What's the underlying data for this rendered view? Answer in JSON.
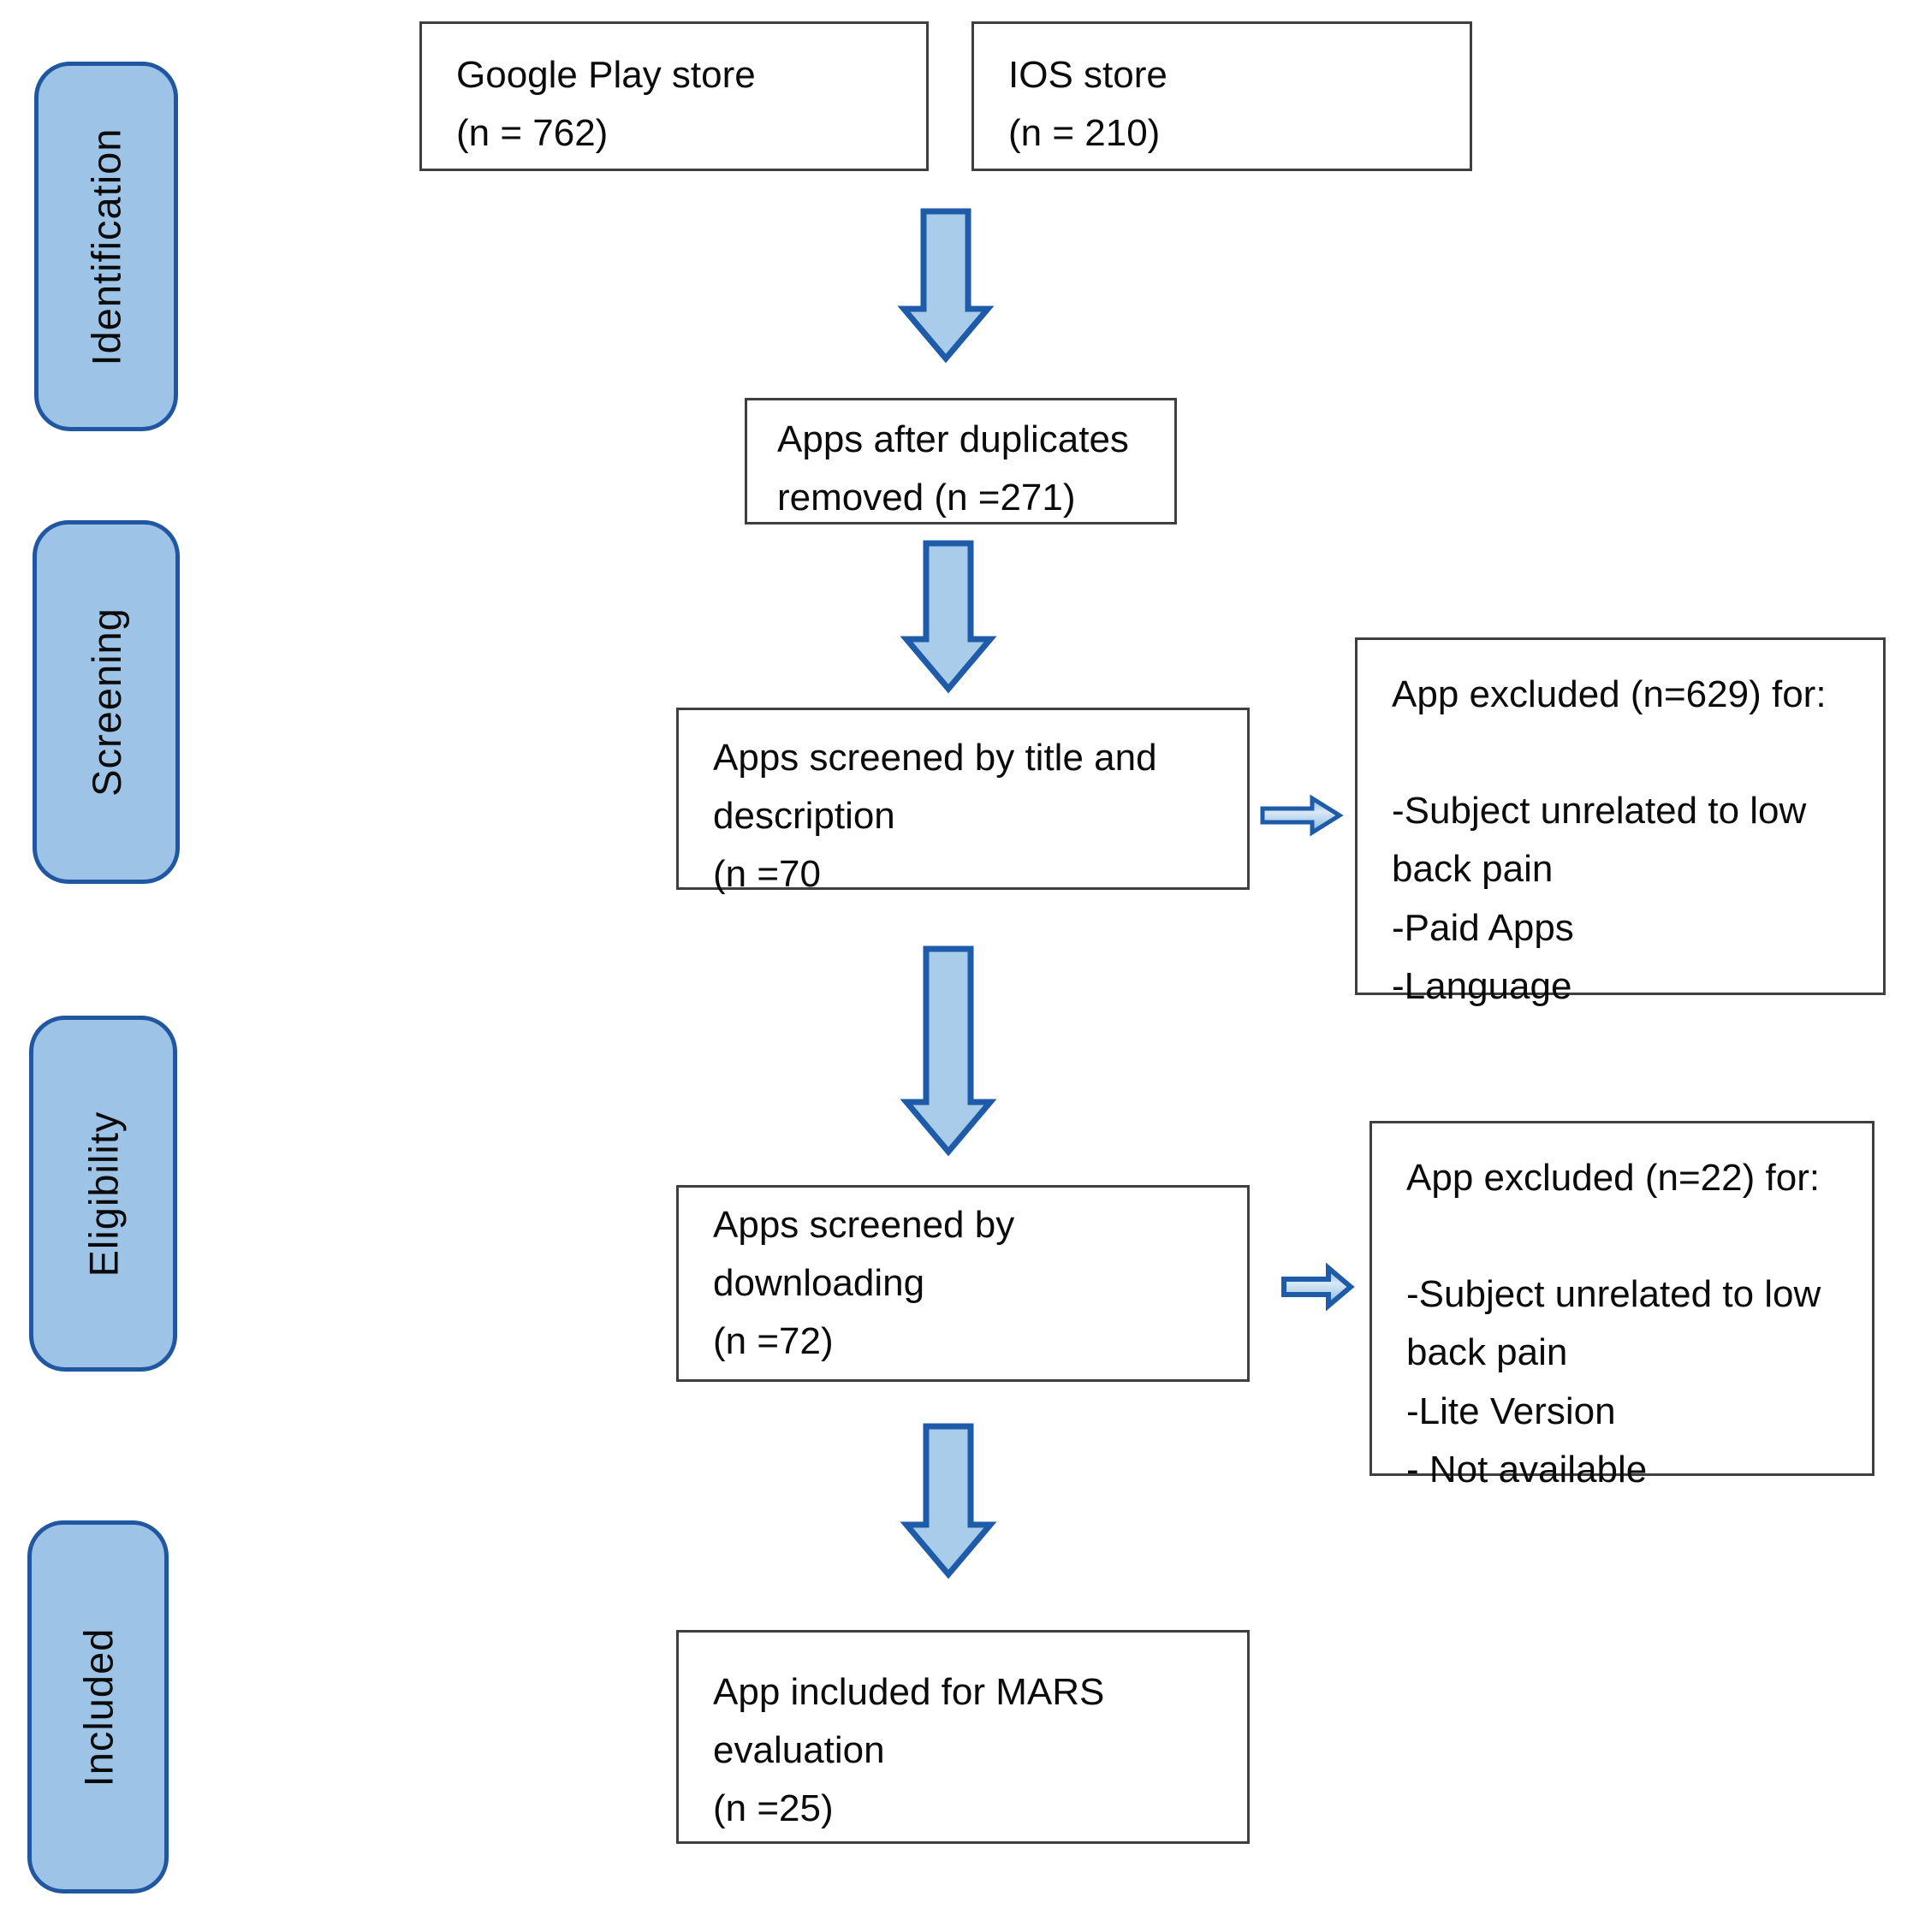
{
  "title": "App selection flow diagram",
  "colors": {
    "sidebar_fill": "#9DC3E6",
    "sidebar_border": "#2057A0",
    "arrow_fill": "#A9CCEA",
    "arrow_border": "#1E5BA9",
    "box_border": "#3F3F3F"
  },
  "sidebar": {
    "stages": [
      {
        "label": "Identification"
      },
      {
        "label": "Screening"
      },
      {
        "label": "Eligibility"
      },
      {
        "label": "Included"
      }
    ]
  },
  "flow": {
    "google_play": {
      "name": "Google Play store",
      "count": "(n = 762)"
    },
    "ios": {
      "name": "IOS store",
      "count": "(n = 210)"
    },
    "dedup": {
      "line1": "Apps after duplicates",
      "line2": "removed (n =271)"
    },
    "title_screen": {
      "line1": "Apps screened by title and",
      "line2": "description",
      "line3": "(n =70"
    },
    "excluded_title": {
      "header": "App excluded (n=629) for:",
      "reasons": [
        "-Subject unrelated to low back pain",
        "-Paid Apps",
        "-Language"
      ]
    },
    "download_screen": {
      "line1": "Apps screened by downloading",
      "line2": "(n =72)"
    },
    "excluded_download": {
      "header": "App excluded (n=22) for:",
      "reasons": [
        "-Subject unrelated to low back pain",
        "-Lite Version",
        "- Not available"
      ]
    },
    "included": {
      "line1": "App included for MARS",
      "line2": "evaluation",
      "line3": "(n =25)"
    }
  }
}
